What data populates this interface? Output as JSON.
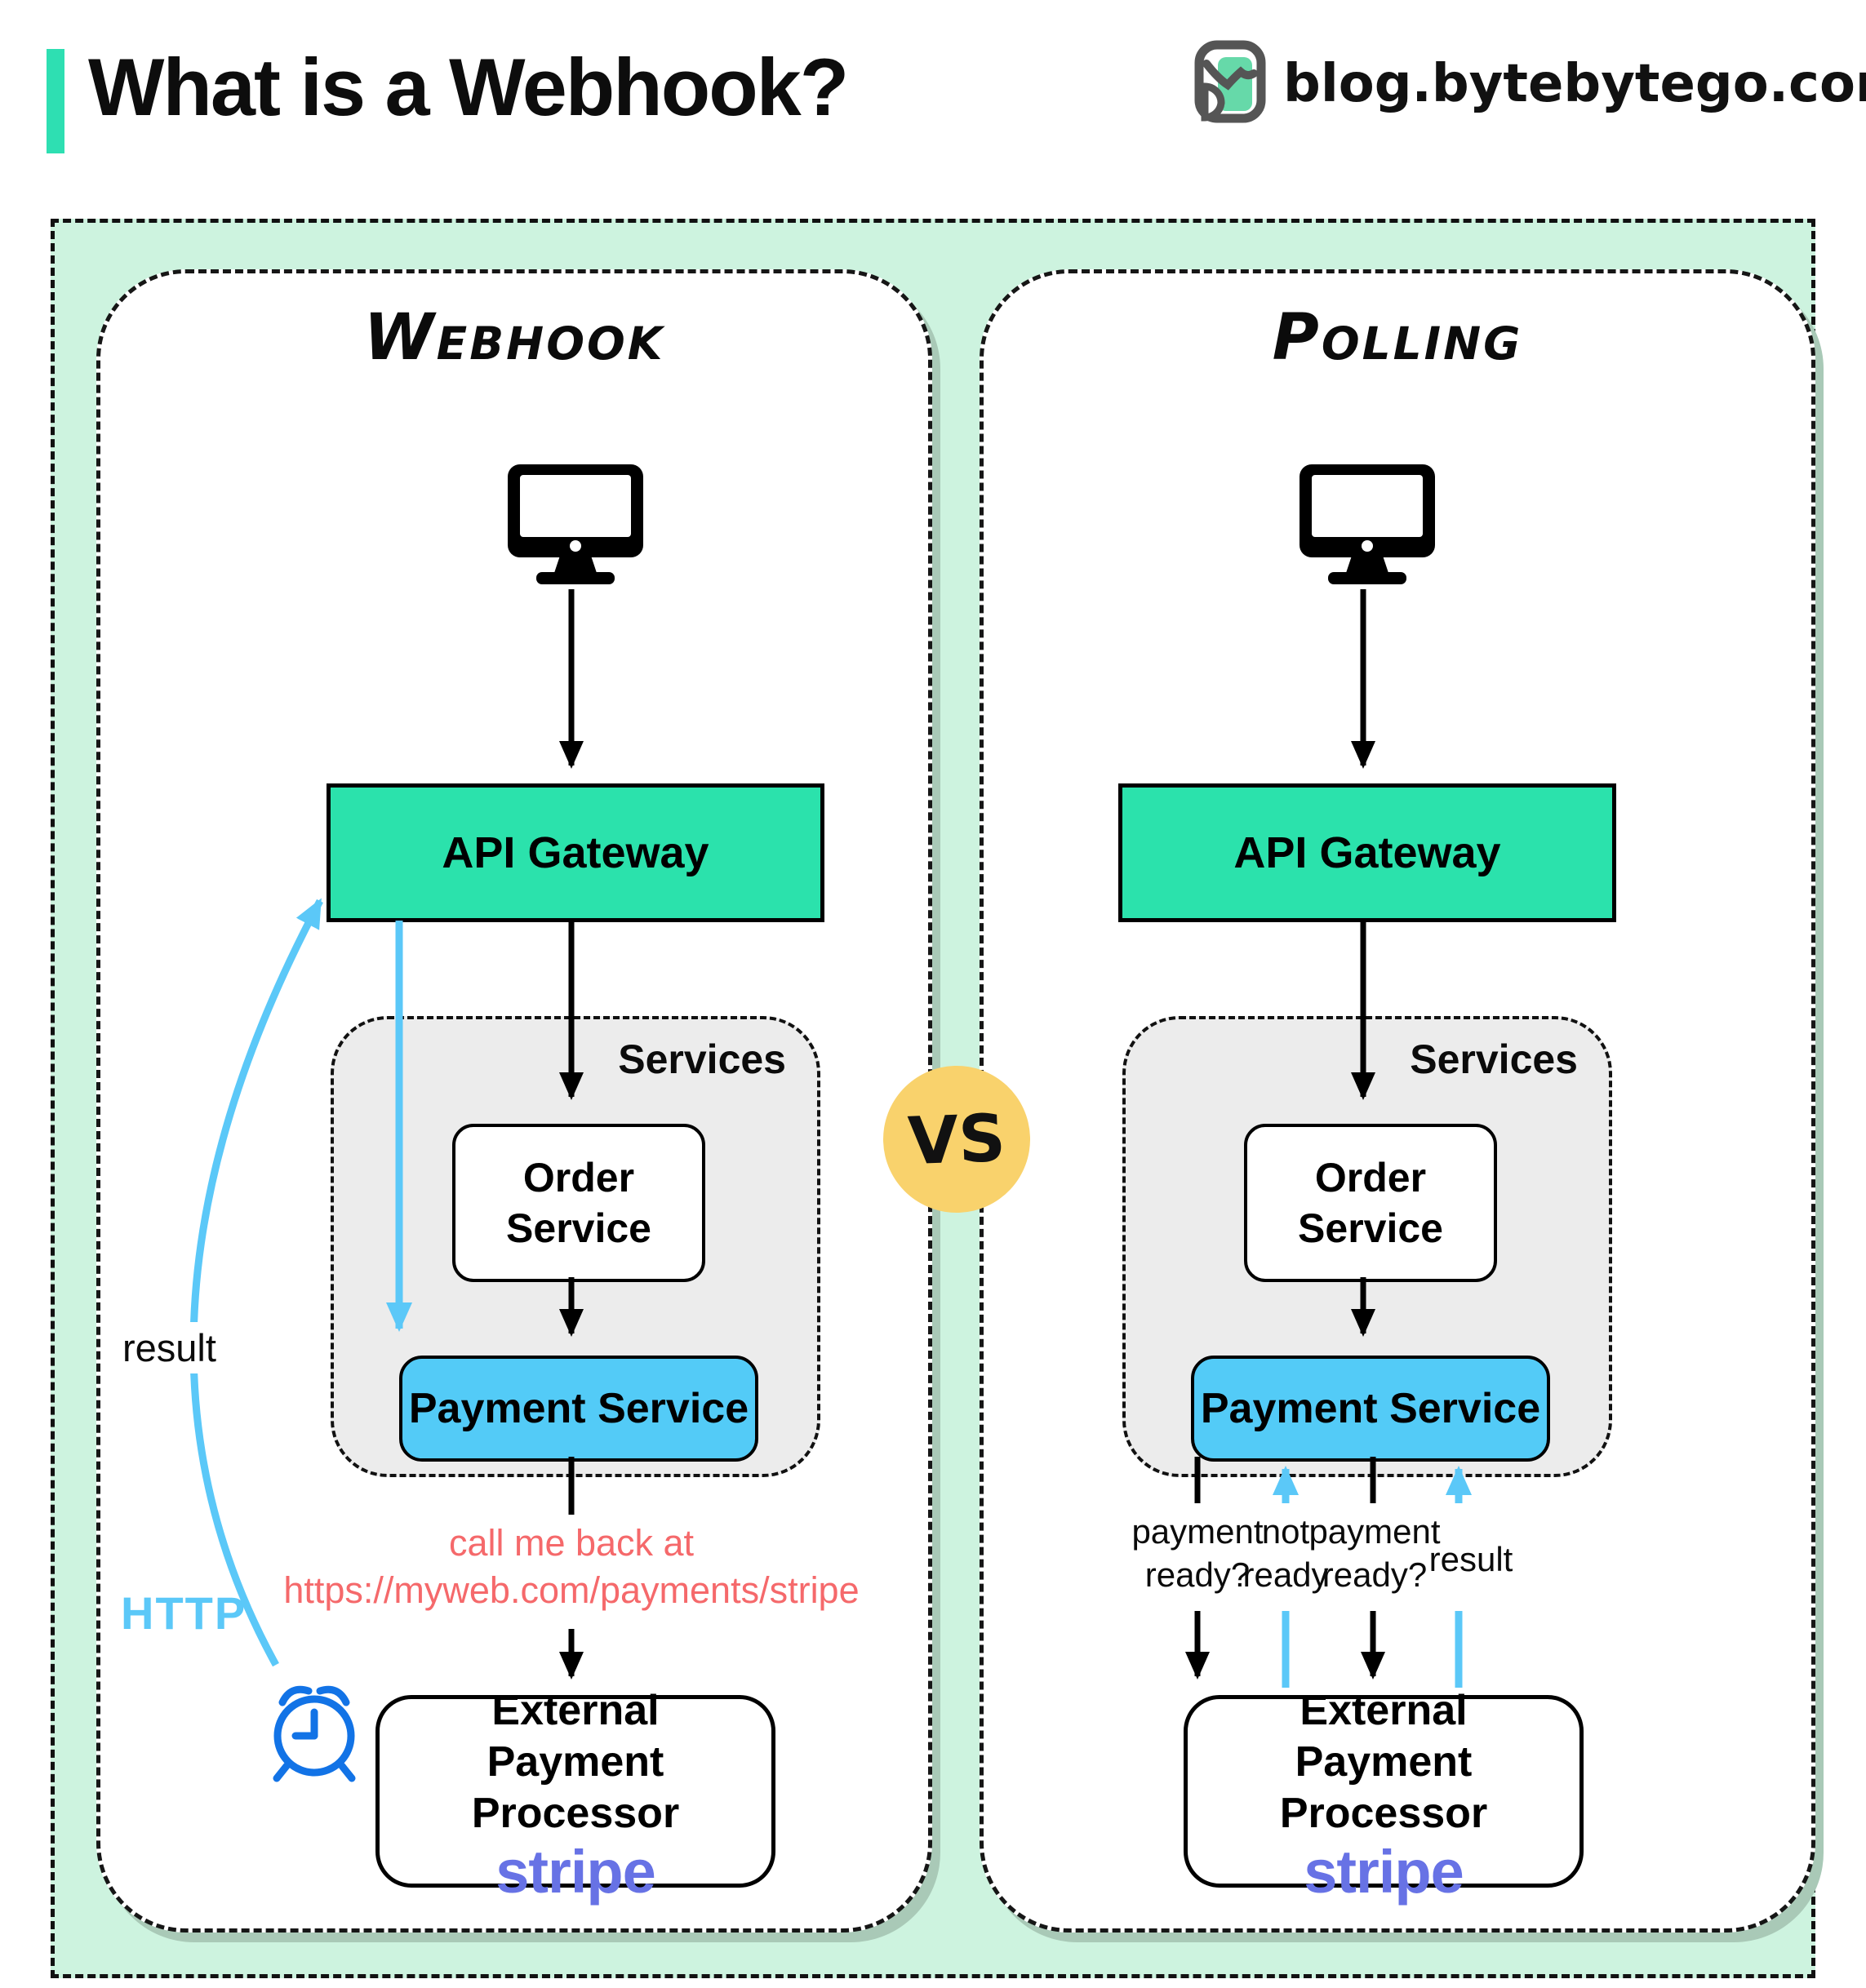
{
  "header": {
    "title": "What is a Webhook?",
    "site": "blog.bytebytego.com"
  },
  "vs_label": "VS",
  "panels": {
    "webhook": {
      "title": "Webhook",
      "gateway_label": "API Gateway",
      "services_label": "Services",
      "order_line1": "Order",
      "order_line2": "Service",
      "payment_label": "Payment Service",
      "note_line1": "call me back at",
      "note_line2": "https://myweb.com/payments/stripe",
      "result_label": "result",
      "http_label": "HTTP",
      "external_line1": "External",
      "external_line2": "Payment Processor",
      "external_brand": "stripe"
    },
    "polling": {
      "title": "Polling",
      "gateway_label": "API Gateway",
      "services_label": "Services",
      "order_line1": "Order",
      "order_line2": "Service",
      "payment_label": "Payment Service",
      "poll_label1_line1": "payment",
      "poll_label1_line2": "ready?",
      "poll_label2_line1": "not",
      "poll_label2_line2": "ready",
      "poll_label3_line1": "payment",
      "poll_label3_line2": "ready?",
      "poll_label4": "result",
      "external_line1": "External",
      "external_line2": "Payment Processor",
      "external_brand": "stripe"
    }
  },
  "colors": {
    "accent_teal": "#2EDFB2",
    "mint_background": "#CDF3DF",
    "gateway_fill": "#2BE2AC",
    "payment_fill": "#53CBF7",
    "services_fill": "#ECECEC",
    "async_arrow_blue": "#5BC8F8",
    "clock_blue": "#1273E6",
    "note_red": "#F5696B",
    "stripe_purple": "#6772E5",
    "vs_yellow": "#F9D26C",
    "panel_shadow": "#A9C9B7"
  }
}
